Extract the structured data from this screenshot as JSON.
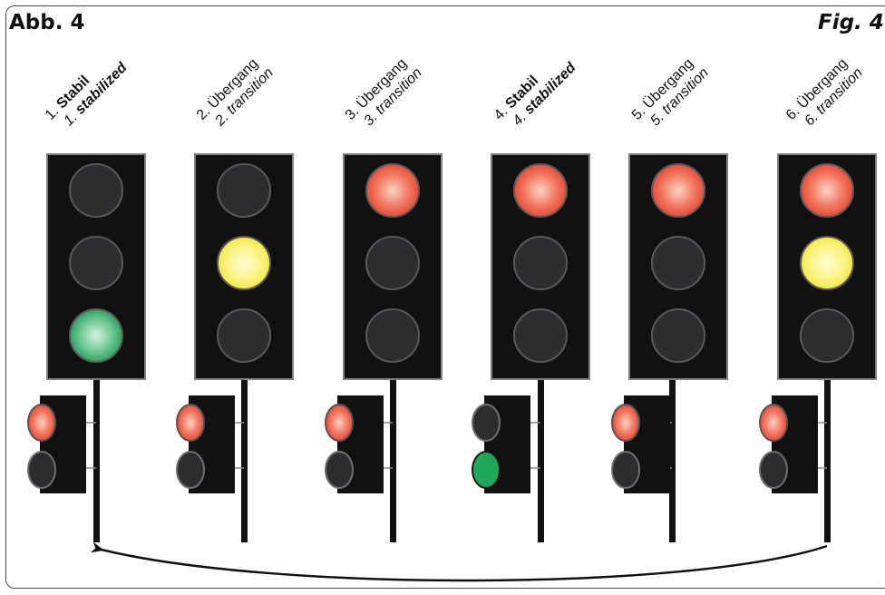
{
  "figure": {
    "title_left": "Abb. 4",
    "title_right": "Fig. 4"
  },
  "colors": {
    "housing": "#111111",
    "housing_border": "#808080",
    "lamp_off": "#2d2d30",
    "red": "#e8483a",
    "yellow": "#f6f04a",
    "green": "#1fa85a",
    "arrow": "#111111"
  },
  "stages": [
    {
      "number": "1.",
      "de": "Stabil",
      "en": "stabilized",
      "bold": true,
      "main": [
        "off",
        "off",
        "green"
      ],
      "aux": [
        "red",
        "off"
      ]
    },
    {
      "number": "2.",
      "de": "Übergang",
      "en": "transition",
      "bold": false,
      "main": [
        "off",
        "yellow",
        "off"
      ],
      "aux": [
        "red",
        "off"
      ]
    },
    {
      "number": "3.",
      "de": "Übergang",
      "en": "transition",
      "bold": false,
      "main": [
        "red",
        "off",
        "off"
      ],
      "aux": [
        "red",
        "off"
      ]
    },
    {
      "number": "4.",
      "de": "Stabil",
      "en": "stabilized",
      "bold": true,
      "main": [
        "red",
        "off",
        "off"
      ],
      "aux": [
        "off",
        "green"
      ]
    },
    {
      "number": "5.",
      "de": "Übergang",
      "en": "transition",
      "bold": false,
      "main": [
        "red",
        "off",
        "off"
      ],
      "aux": [
        "red",
        "off"
      ]
    },
    {
      "number": "6.",
      "de": "Übergang",
      "en": "transition",
      "bold": false,
      "main": [
        "red",
        "yellow",
        "off"
      ],
      "aux": [
        "red",
        "off"
      ]
    }
  ],
  "cycle_arrow": {
    "from_stage": 6,
    "to_stage": 1
  }
}
